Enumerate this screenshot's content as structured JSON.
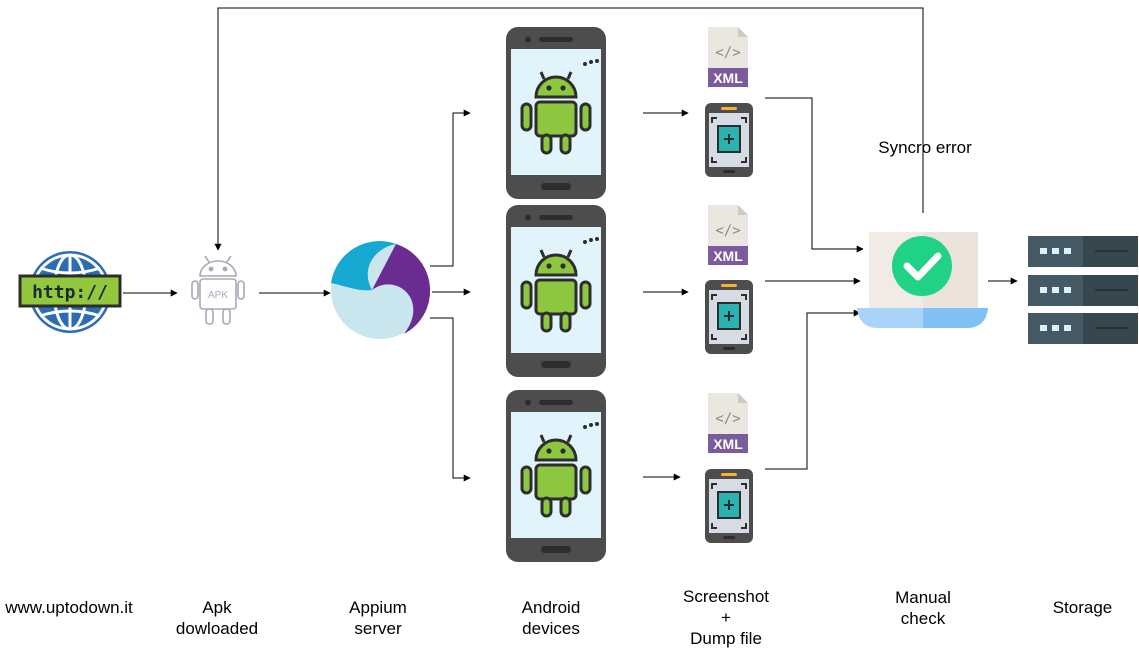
{
  "diagram": {
    "feedback_edge_label": "Syncro error",
    "apk_icon_text": "APK",
    "xml_badge_text": "XML",
    "url_icon_text": "http://",
    "stages": [
      {
        "lines": [
          "www.uptodown.it"
        ]
      },
      {
        "lines": [
          "Apk",
          "dowloaded"
        ]
      },
      {
        "lines": [
          "Appium",
          "server"
        ]
      },
      {
        "lines": [
          "Android",
          "devices"
        ]
      },
      {
        "lines": [
          "Screenshot",
          "+",
          "Dump file"
        ]
      },
      {
        "lines": [
          "Manual",
          "check"
        ]
      },
      {
        "lines": [
          "Storage"
        ]
      }
    ]
  },
  "colors": {
    "android_green": "#8dc63f",
    "phone_body": "#4d4d4d",
    "phone_screen": "#e1f3fb",
    "globe_blue": "#2b6cb3",
    "http_green": "#93c83e",
    "appium_blue": "#15a8d1",
    "appium_purple": "#6a2c91",
    "appium_light": "#c9e6ee",
    "check_green": "#1fd286",
    "laptop_blue": "#7fc0f5",
    "server_dark": "#37474f",
    "server_light": "#455a64",
    "xml_purple": "#7b5a9e",
    "screenshot_teal": "#2ab3b1"
  }
}
